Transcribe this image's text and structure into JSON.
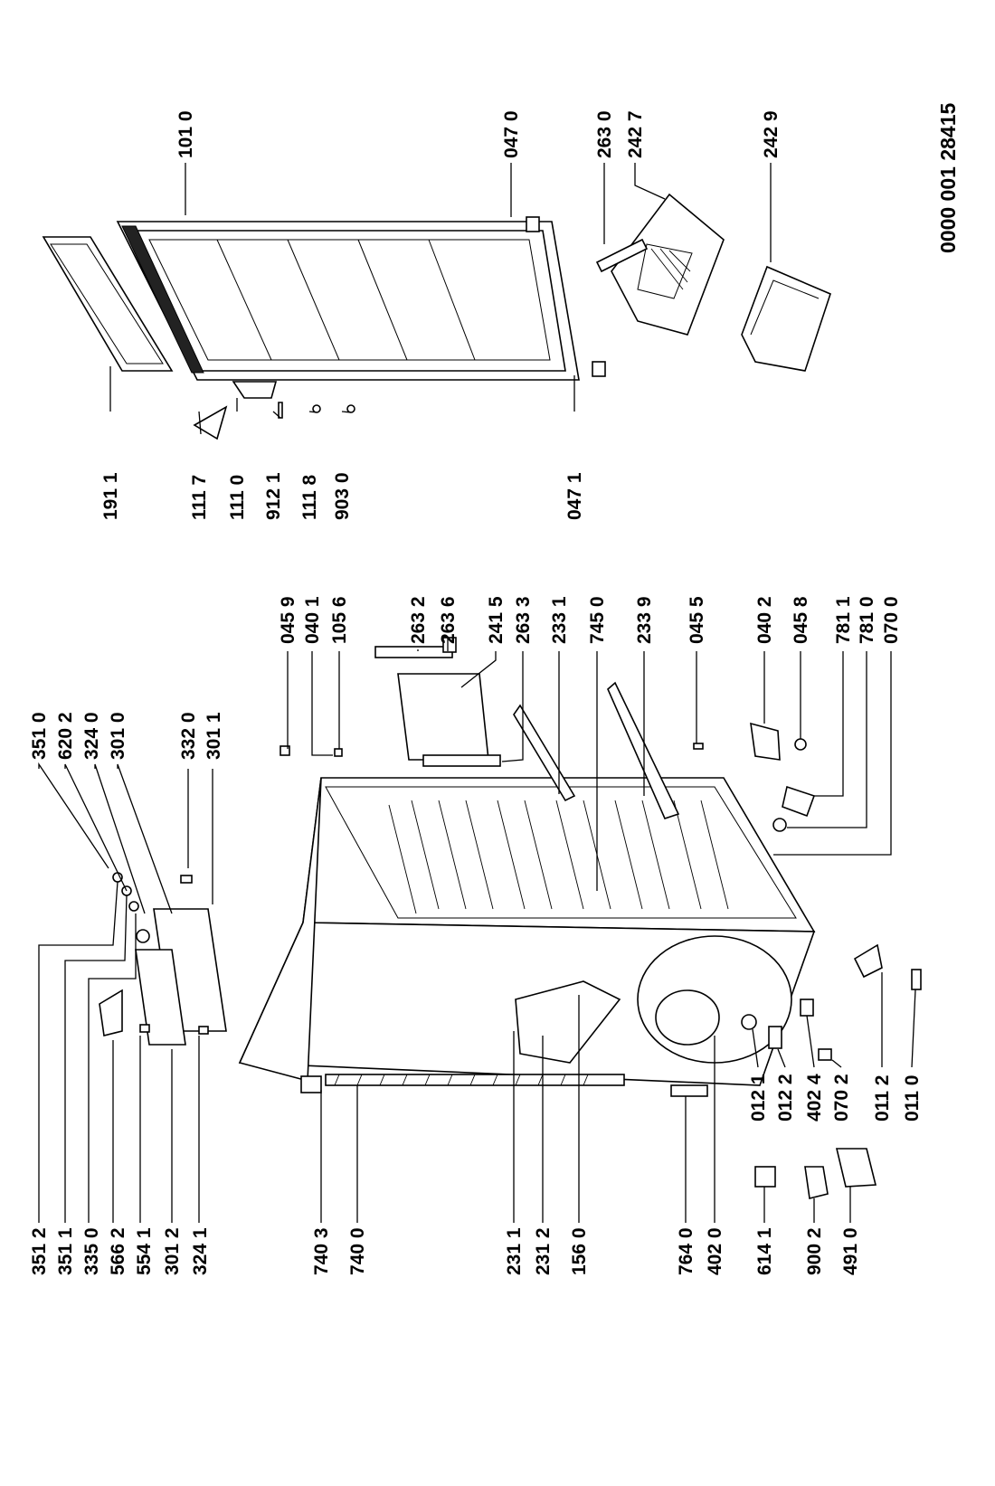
{
  "document_code": "0000 001 28415",
  "labels": {
    "l3512": "351 2",
    "l3511": "351 1",
    "l3350": "335 0",
    "l5662": "566 2",
    "l5541": "554 1",
    "l3012": "301 2",
    "l3241": "324 1",
    "l3510": "351 0",
    "l6202": "620 2",
    "l3240": "324 0",
    "l3010": "301 0",
    "l3320": "332 0",
    "l3011": "301 1",
    "l7403": "740 3",
    "l7400": "740 0",
    "l2311": "231 1",
    "l2312": "231 2",
    "l1560": "156 0",
    "l7640": "764 0",
    "l4020": "402 0",
    "l6141": "614 1",
    "l9002": "900 2",
    "l4910": "491 0",
    "l0121": "012 1",
    "l0122": "012 2",
    "l4024": "402 4",
    "l0702": "070 2",
    "l0112": "011 2",
    "l0110": "011 0",
    "l0459": "045 9",
    "l0401": "040 1",
    "l1056": "105 6",
    "l2632": "263 2",
    "l2636": "263 6",
    "l2415": "241 5",
    "l2633": "263 3",
    "l2331": "233 1",
    "l7450": "745 0",
    "l2339": "233 9",
    "l0455": "045 5",
    "l0402": "040 2",
    "l0458": "045 8",
    "l7811": "781 1",
    "l7810": "781 0",
    "l0700": "070 0",
    "l1911": "191 1",
    "l1117": "111 7",
    "l1110": "111 0",
    "l9121": "912 1",
    "l1118": "111 8",
    "l9030": "903 0",
    "l0471": "047 1",
    "l1010": "101 0",
    "l0470": "047 0",
    "l2630": "263 0",
    "l2427": "242 7",
    "l2429": "242 9"
  }
}
